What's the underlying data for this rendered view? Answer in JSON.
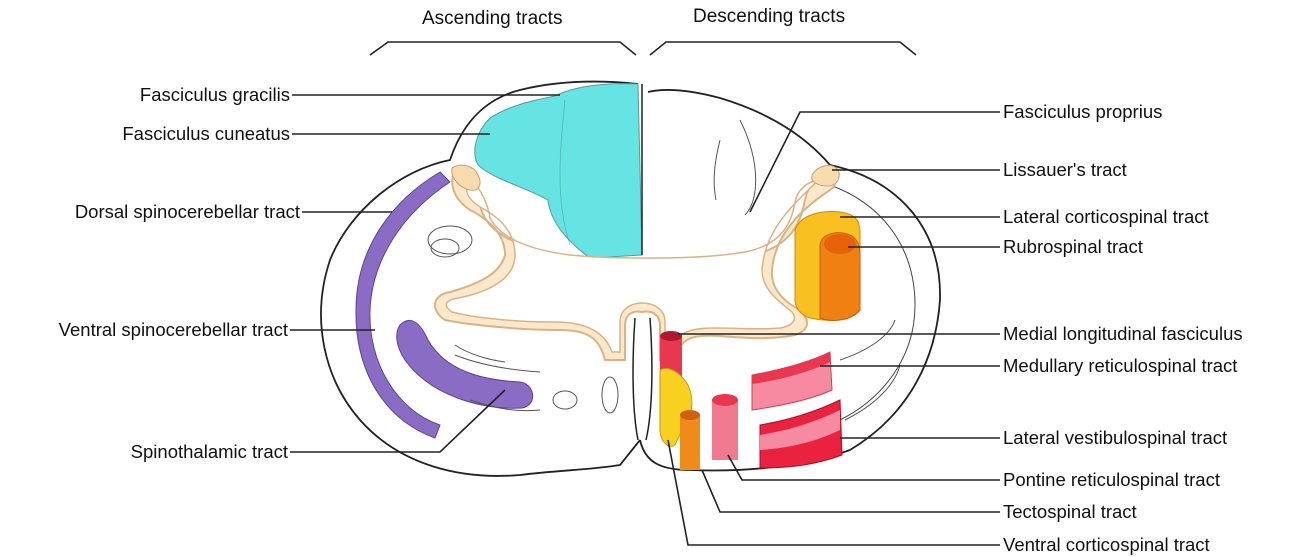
{
  "headers": {
    "ascending": "Ascending tracts",
    "descending": "Descending tracts"
  },
  "left_labels": [
    "Fasciculus gracilis",
    "Fasciculus cuneatus",
    "Dorsal spinocerebellar tract",
    "Ventral spinocerebellar tract",
    "Spinothalamic tract"
  ],
  "right_labels": [
    "Fasciculus proprius",
    "Lissauer's tract",
    "Lateral corticospinal tract",
    "Rubrospinal tract",
    "Medial longitudinal fasciculus",
    "Medullary reticulospinal tract",
    "Lateral vestibulospinal tract",
    "Pontine reticulospinal tract",
    "Tectospinal tract",
    "Ventral corticospinal tract"
  ],
  "colors": {
    "dorsal_column": "#66e3e3",
    "spinocerebellar": "#8a6cc4",
    "gray_matter_rim": "#f5d9b0",
    "corticospinal": "#f5b21c",
    "rubrospinal": "#f07a10",
    "reticulospinal": "#e8374f",
    "medullary_reticulospinal": "#f07a90"
  }
}
